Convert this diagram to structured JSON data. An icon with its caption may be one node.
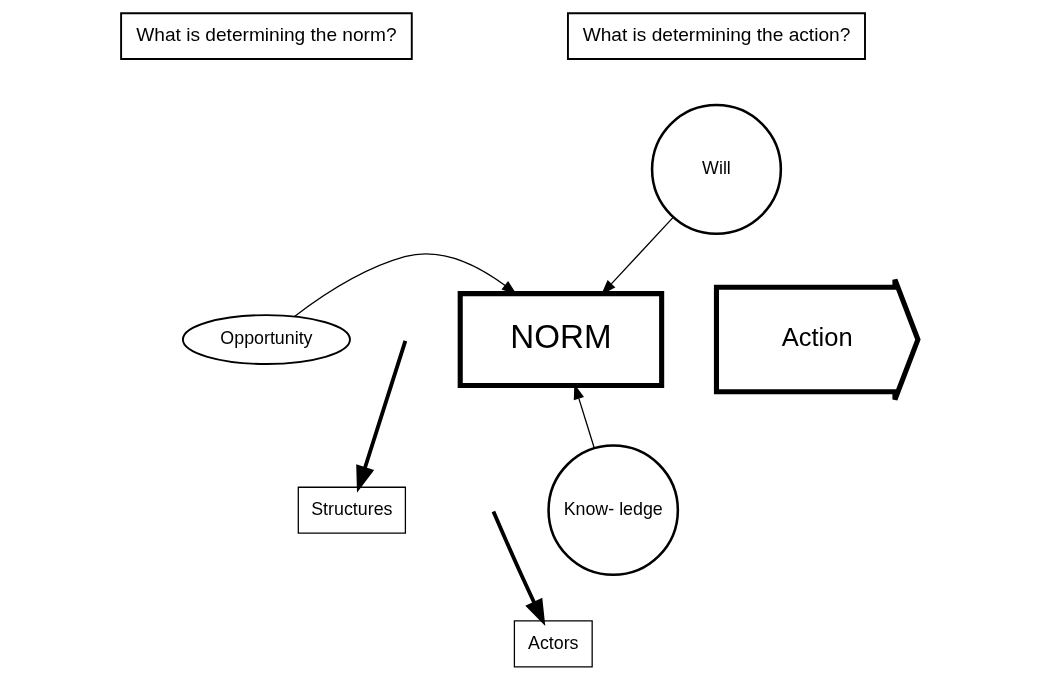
{
  "diagram": {
    "nodes": [
      {
        "text": [
          "What is determining the norm?"
        ]
      },
      {
        "text": [
          "What is determining the action?"
        ]
      },
      {
        "text": [
          "Will"
        ]
      },
      {
        "text": [
          "Opportunity"
        ]
      },
      {
        "text": [
          "NORM"
        ]
      },
      {
        "text": [
          "Action"
        ]
      },
      {
        "text": [
          "Know- ledge"
        ]
      },
      {
        "text": [
          "Structures"
        ]
      },
      {
        "text": [
          "Actors"
        ]
      }
    ],
    "edges": [
      {
        "from": 3,
        "to": 4,
        "arrow": "to"
      },
      {
        "from": 2,
        "to": 4,
        "arrow": "to"
      },
      {
        "from": 6,
        "to": 4,
        "arrow": "to"
      },
      {
        "from": null,
        "to": 7,
        "arrow": "to",
        "style": "thick"
      },
      {
        "from": null,
        "to": 8,
        "arrow": "to",
        "style": "thick"
      }
    ]
  }
}
